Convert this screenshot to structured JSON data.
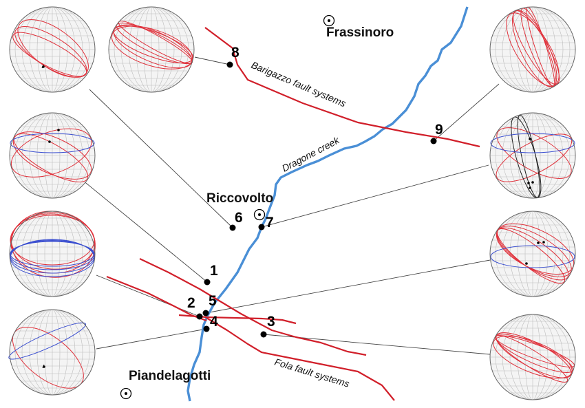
{
  "towns": [
    {
      "name": "Frassinoro"
    },
    {
      "name": "Riccovolto"
    },
    {
      "name": "Piandelagotti"
    }
  ],
  "features": {
    "barigazzo": "Barigazzo fault systems",
    "dragone": "Dragone creek",
    "fola": "Fola fault systems"
  },
  "sites": [
    "1",
    "2",
    "3",
    "4",
    "5",
    "6",
    "7",
    "8",
    "9"
  ],
  "colors": {
    "fault": "#d11f2a",
    "creek": "#4a8fd6",
    "plane_red": "#e0303a",
    "plane_blue": "#3b4fd0",
    "plane_black": "#222222",
    "grid": "#bdbdbd",
    "net_fill": "#f4f4f4",
    "leader": "#444444"
  },
  "stereonets": [
    {
      "id": "net-upper-left",
      "planes": [
        {
          "color": "red",
          "count": 3
        }
      ],
      "lineations": 1
    },
    {
      "id": "net-site-8",
      "planes": [
        {
          "color": "red",
          "count": 5
        }
      ],
      "lineations": 0
    },
    {
      "id": "net-site-9",
      "planes": [
        {
          "color": "red",
          "count": 5
        }
      ],
      "lineations": 0
    },
    {
      "id": "net-site-6",
      "planes": [
        {
          "color": "red",
          "count": 3
        },
        {
          "color": "blue",
          "count": 1
        }
      ],
      "lineations": 2
    },
    {
      "id": "net-site-7",
      "planes": [
        {
          "color": "red",
          "count": 2
        },
        {
          "color": "black",
          "count": 2
        },
        {
          "color": "blue",
          "count": 1
        }
      ],
      "lineations": 4
    },
    {
      "id": "net-site-2",
      "planes": [
        {
          "color": "red",
          "count": 4
        },
        {
          "color": "blue",
          "count": 4
        }
      ],
      "lineations": 0
    },
    {
      "id": "net-site-5",
      "planes": [
        {
          "color": "red",
          "count": 4
        },
        {
          "color": "blue",
          "count": 1
        }
      ],
      "lineations": 3
    },
    {
      "id": "net-site-4",
      "planes": [
        {
          "color": "red",
          "count": 1
        },
        {
          "color": "blue",
          "count": 1
        }
      ],
      "lineations": 1
    },
    {
      "id": "net-site-3",
      "planes": [
        {
          "color": "red",
          "count": 5
        }
      ],
      "lineations": 0
    }
  ]
}
